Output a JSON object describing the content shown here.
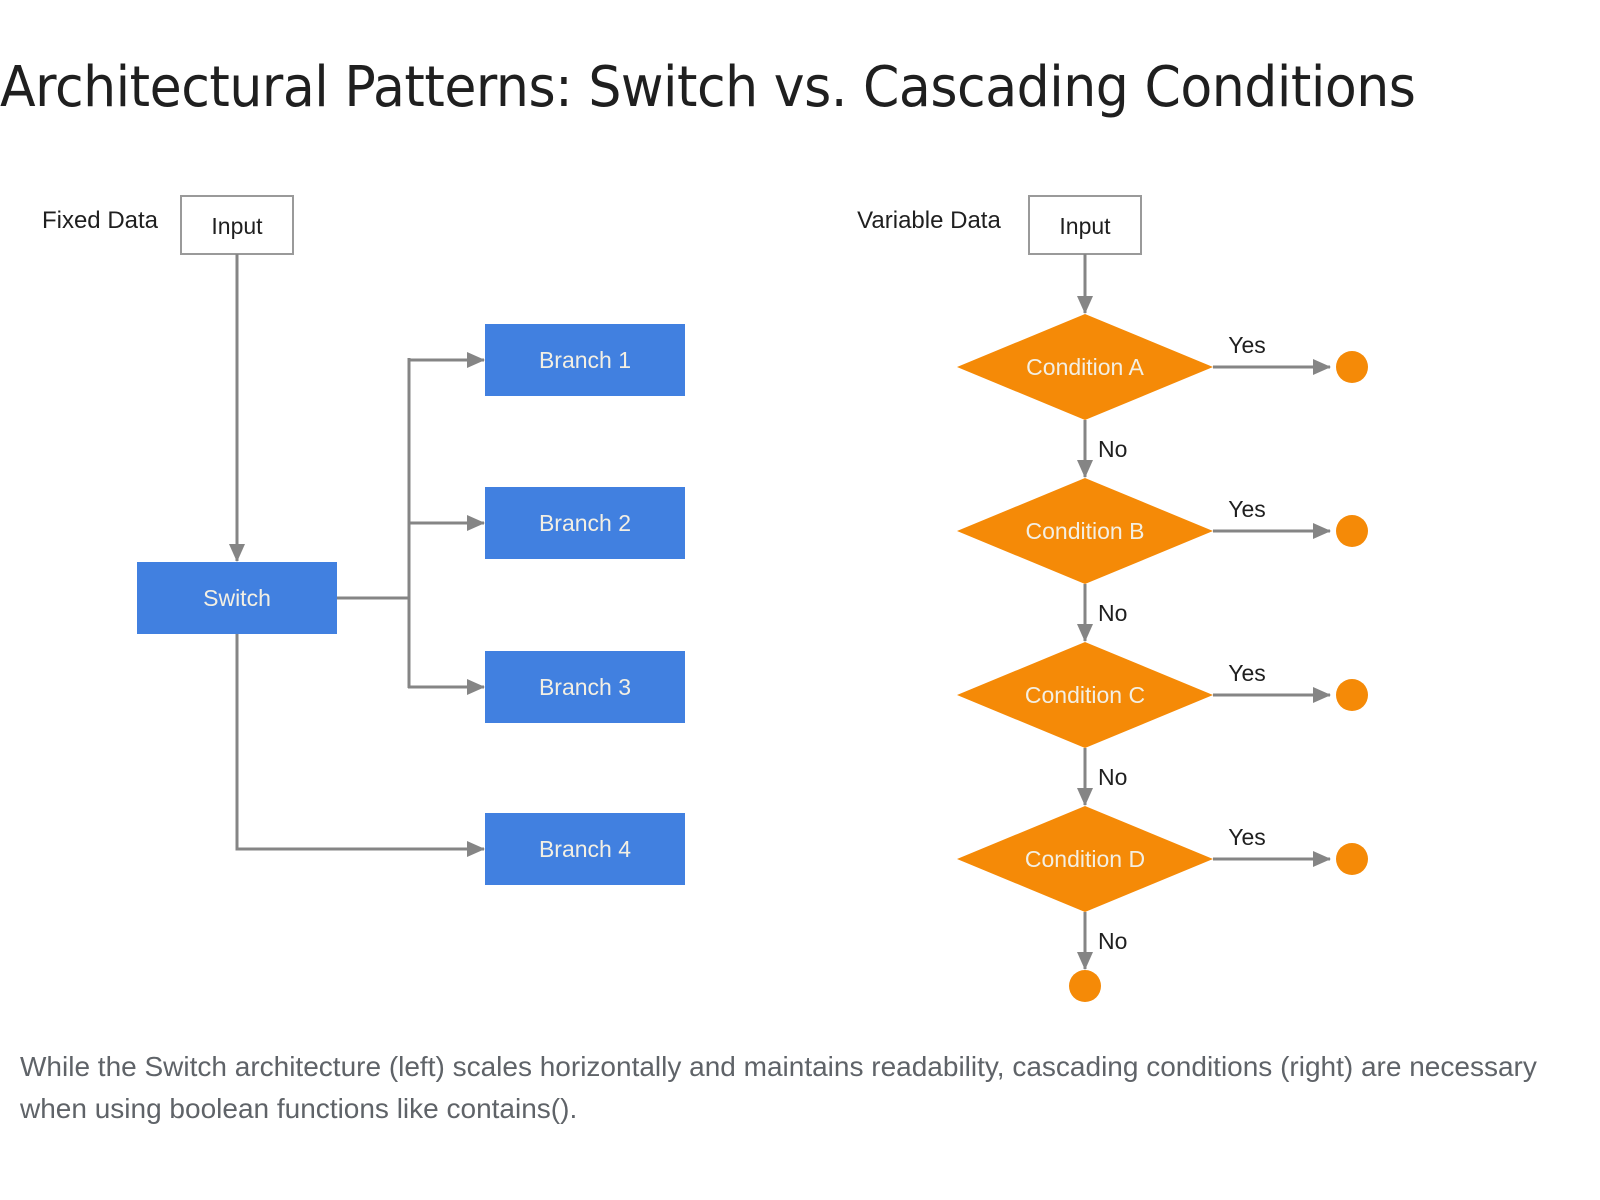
{
  "title": "Architectural Patterns: Switch vs. Cascading Conditions",
  "colors": {
    "switch_blue": "#4180E0",
    "condition_orange": "#F58A07",
    "connector_gray": "#858585",
    "box_border": "#9a9a9a",
    "text_dark": "#1f1f1f",
    "caption_gray": "#5f6368",
    "node_text": "#F3EFE3"
  },
  "left_diagram": {
    "label": "Fixed Data",
    "input_label": "Input",
    "switch_label": "Switch",
    "branches": [
      {
        "label": "Branch 1"
      },
      {
        "label": "Branch 2"
      },
      {
        "label": "Branch 3"
      },
      {
        "label": "Branch 4"
      }
    ]
  },
  "right_diagram": {
    "label": "Variable Data",
    "input_label": "Input",
    "yes_label": "Yes",
    "no_label": "No",
    "conditions": [
      {
        "label": "Condition A"
      },
      {
        "label": "Condition B"
      },
      {
        "label": "Condition C"
      },
      {
        "label": "Condition D"
      }
    ]
  },
  "caption": "While the Switch architecture (left) scales horizontally and maintains readability, cascading conditions (right) are necessary when using boolean functions like contains()."
}
